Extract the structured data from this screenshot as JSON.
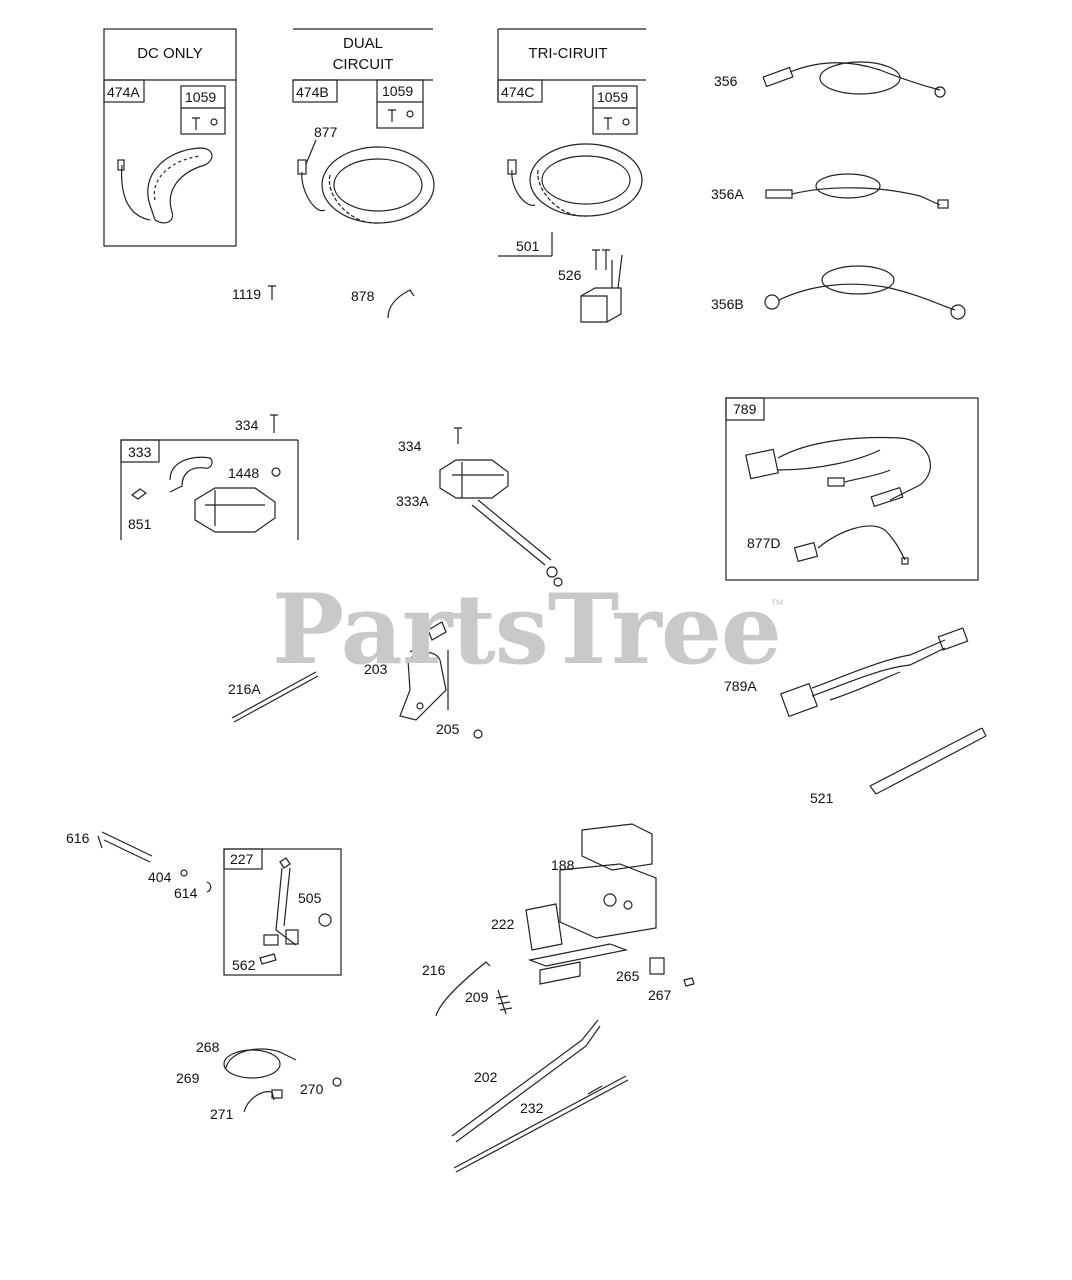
{
  "watermark": {
    "text": "PartsTree",
    "mark": "™",
    "color": "#c9c9c9"
  },
  "kits": {
    "dc_only": {
      "header": "DC ONLY",
      "ref": "474A",
      "sub": "1059"
    },
    "dual": {
      "header_l1": "DUAL",
      "header_l2": "CIRCUIT",
      "ref": "474B",
      "sub": "1059"
    },
    "tri": {
      "header": "TRI-CIRUIT",
      "ref": "474C",
      "sub": "1059"
    },
    "box_333": {
      "ref": "333"
    },
    "box_789": {
      "ref": "789"
    },
    "box_227": {
      "ref": "227"
    },
    "box_501": {
      "ref": "501"
    }
  },
  "parts": {
    "p877": "877",
    "p1119": "1119",
    "p878": "878",
    "p526": "526",
    "p356": "356",
    "p356a": "356A",
    "p356b": "356B",
    "p334a": "334",
    "p1448": "1448",
    "p851": "851",
    "p334b": "334",
    "p333a": "333A",
    "p877d": "877D",
    "p216a": "216A",
    "p203": "203",
    "p205": "205",
    "p789a": "789A",
    "p521": "521",
    "p616": "616",
    "p404": "404",
    "p614": "614",
    "p505": "505",
    "p562": "562",
    "p188": "188",
    "p222": "222",
    "p216": "216",
    "p209": "209",
    "p265": "265",
    "p267": "267",
    "p268": "268",
    "p269": "269",
    "p270": "270",
    "p271": "271",
    "p202": "202",
    "p232": "232"
  }
}
